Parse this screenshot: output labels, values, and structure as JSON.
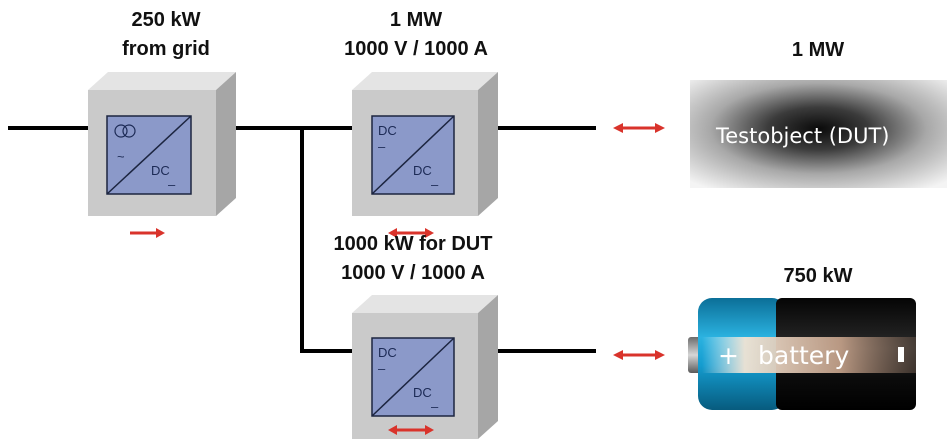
{
  "diagram": {
    "labels": {
      "grid_converter_power": "250 kW",
      "grid_converter_source": "from grid",
      "dut_converter_power": "1 MW",
      "dut_converter_rating": "1000 V / 1000 A",
      "battery_converter_power": "1000 kW for DUT",
      "battery_converter_rating": "1000 V / 1000 A",
      "dut_power": "1 MW",
      "battery_power": "750 kW"
    },
    "converters": {
      "ac_dc": {
        "ac_symbol": "~",
        "dc_symbol": "DC",
        "dc_minus": "–"
      },
      "dc_dc_top": {
        "in_symbol": "DC",
        "in_minus": "–",
        "out_symbol": "DC",
        "out_minus": "–"
      },
      "dc_dc_bottom": {
        "in_symbol": "DC",
        "in_minus": "–",
        "out_symbol": "DC",
        "out_minus": "–"
      }
    },
    "dut": {
      "label": "Testobject (DUT)"
    },
    "battery": {
      "plus": "+",
      "label": "battery",
      "minus": "–"
    },
    "colors": {
      "wire": "#000000",
      "arrow": "#d9332b",
      "box_front": "#c9c9c9",
      "box_side": "#a9a9a9",
      "box_top": "#e3e3e3",
      "panel": "#8a98c8",
      "battery_blue": "#1496c6"
    },
    "icons": [
      "transformer-icon",
      "bidirectional-arrow-icon",
      "unidirectional-arrow-icon"
    ]
  }
}
